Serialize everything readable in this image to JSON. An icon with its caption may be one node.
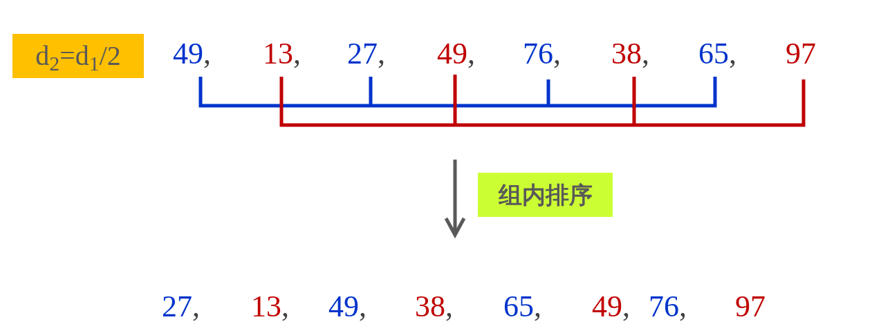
{
  "diagram": {
    "nodes": [
      {
        "text": [
          "d$_{2}$=d$_{1}$/2"
        ]
      },
      {
        "text": [
          "组内排序"
        ]
      }
    ],
    "labels": [
      "49,",
      "13,",
      "27,",
      "49,",
      "76,",
      "38,",
      "65,",
      "97",
      "27,",
      "13,",
      "49,",
      "38,",
      "65,",
      "49,",
      "76,",
      "97"
    ]
  }
}
